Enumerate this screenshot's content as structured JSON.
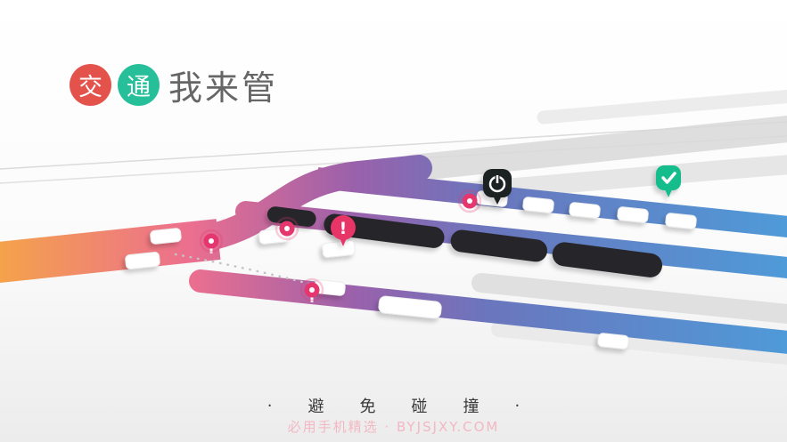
{
  "title": {
    "badge1": {
      "char": "交",
      "color": "#e4524c"
    },
    "badge2": {
      "char": "通",
      "color": "#27bf9a"
    },
    "rest": "我来管"
  },
  "scene": {
    "road_gradient": [
      "#f4a24b",
      "#ec6f8f",
      "#9a61ab",
      "#6a76bd",
      "#4f9ad8"
    ],
    "train_color": "#26262a",
    "vehicle_color": "#ffffff",
    "stop_marker_color": "#e5366e",
    "pins": {
      "alert": {
        "glyph": "!",
        "color": "#e73468",
        "icon": "exclamation-icon"
      },
      "pause": {
        "color": "#1f2023",
        "icon": "power-icon"
      },
      "check": {
        "color": "#12bd8c",
        "icon": "check-icon"
      }
    }
  },
  "caption": {
    "dot_left": "·",
    "text": "避免碰撞",
    "dot_right": "·"
  },
  "watermark": {
    "text": "必用手机精选 · BYJSJXY.COM",
    "color": "#f2b8c3"
  }
}
